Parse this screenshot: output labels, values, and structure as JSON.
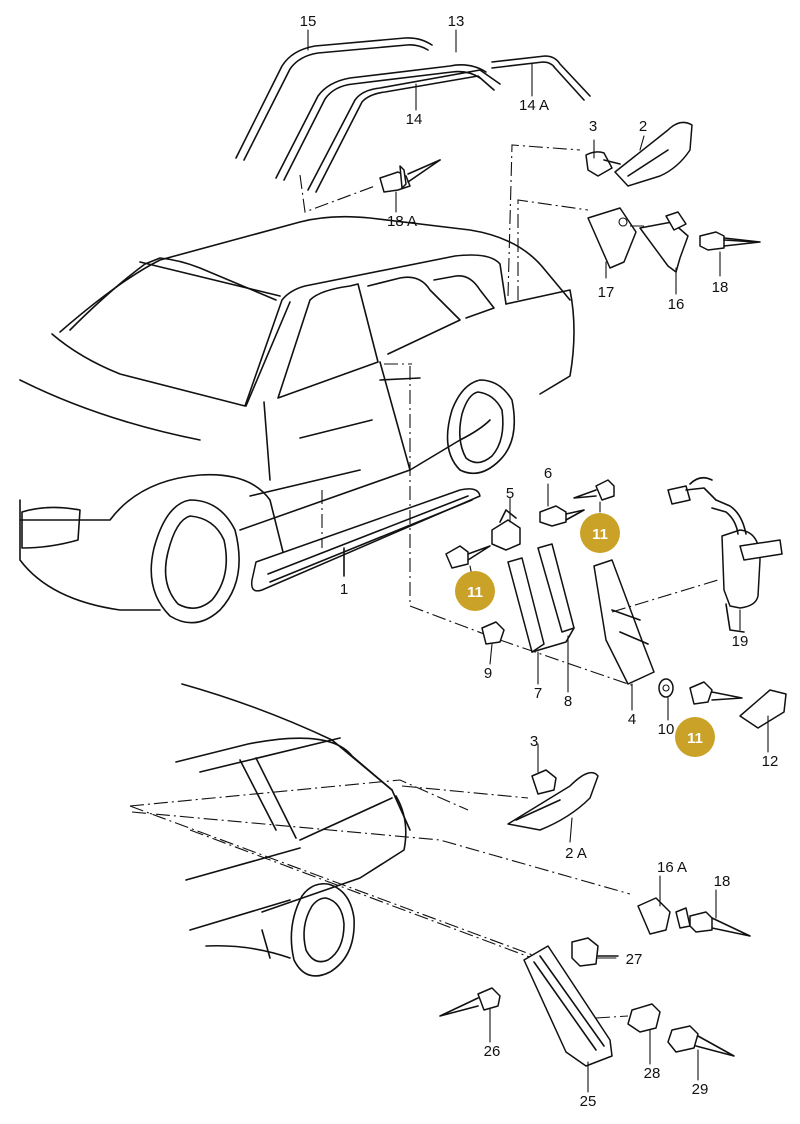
{
  "labels": {
    "p1": "1",
    "p2": "2",
    "p2A": "2 A",
    "p3a": "3",
    "p3b": "3",
    "p4": "4",
    "p5": "5",
    "p6": "6",
    "p7": "7",
    "p8": "8",
    "p9": "9",
    "p10": "10",
    "p12": "12",
    "p13": "13",
    "p14": "14",
    "p14A": "14 A",
    "p15": "15",
    "p16": "16",
    "p16A": "16 A",
    "p17": "17",
    "p18a": "18",
    "p18b": "18",
    "p18A": "18 A",
    "p19": "19",
    "p25": "25",
    "p26": "26",
    "p27": "27",
    "p28": "28",
    "p29": "29"
  },
  "badges": {
    "b1": "11",
    "b2": "11",
    "b3": "11"
  },
  "colors": {
    "badge": "#c9a227",
    "line": "#111111"
  }
}
